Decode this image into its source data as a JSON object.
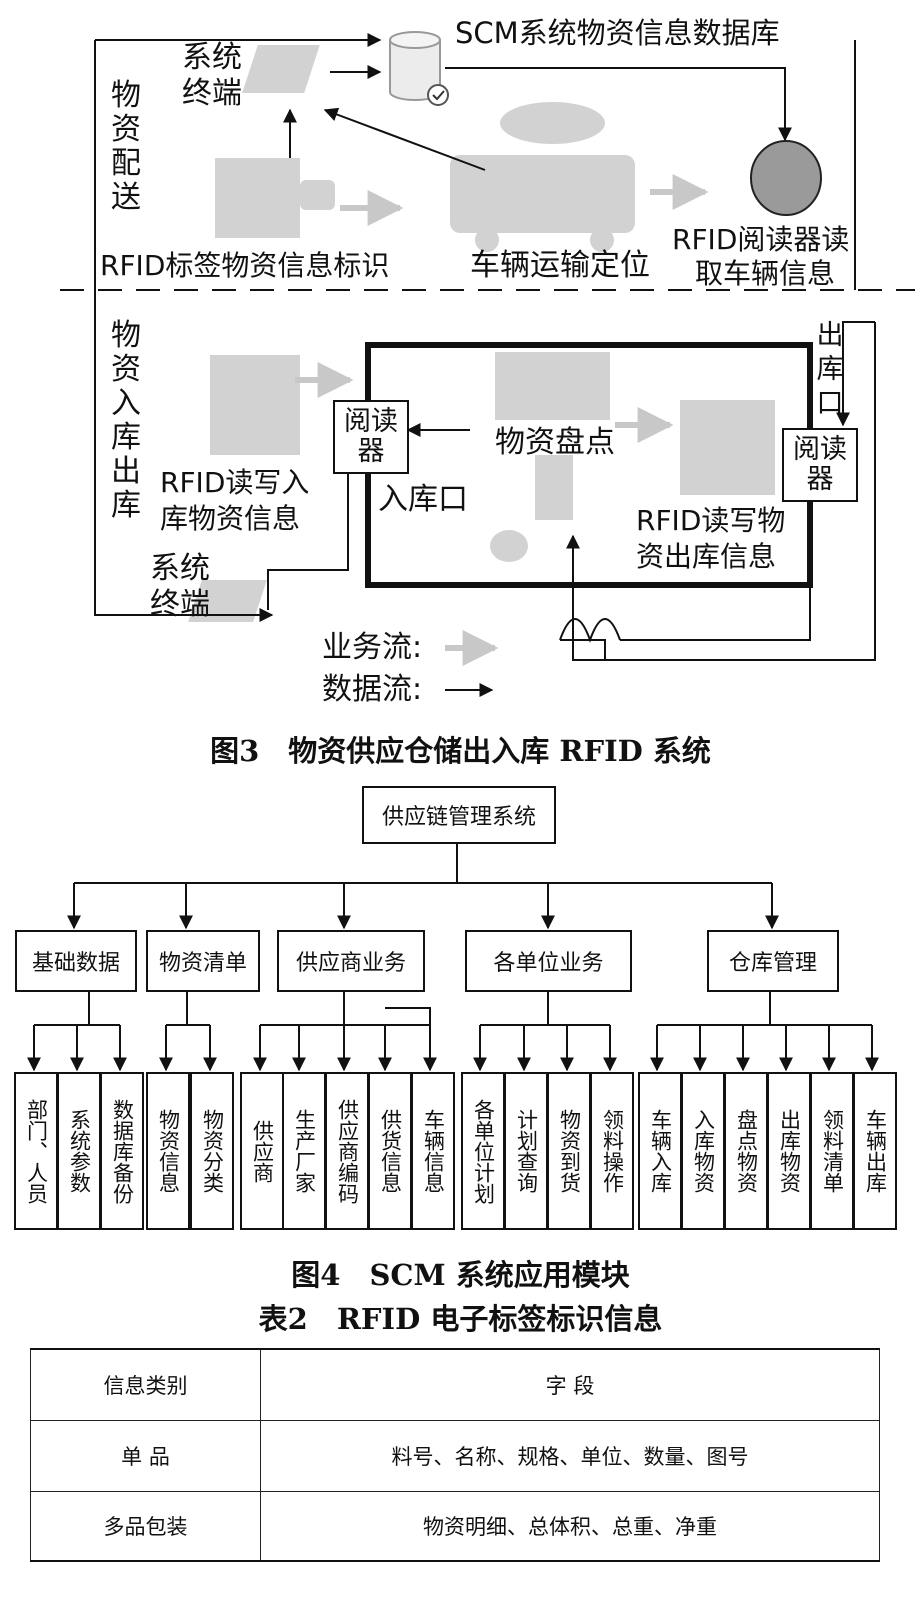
{
  "fig3": {
    "db_label": "SCM系统物资信息数据库",
    "terminal_top": [
      "系统",
      "终端"
    ],
    "dist_side": [
      "物",
      "资",
      "配",
      "送"
    ],
    "rfid_tag": "RFID标签物资信息标识",
    "vehicle_locate": "车辆运输定位",
    "reader_vehicle": [
      "RFID阅读器读",
      "取车辆信息"
    ],
    "warehouse_side": [
      "物",
      "资",
      "入",
      "库",
      "出",
      "库"
    ],
    "reader_left": [
      "阅读",
      "器"
    ],
    "reader_right": [
      "阅读",
      "器"
    ],
    "inventory": "物资盘点",
    "inbound_port": "入库口",
    "outbound_port": [
      "出",
      "库",
      "口"
    ],
    "rfid_in": [
      "RFID读写入",
      "库物资信息"
    ],
    "rfid_out": [
      "RFID读写物",
      "资出库信息"
    ],
    "terminal_bottom": [
      "系统",
      "终端"
    ],
    "legend_business": "业务流:",
    "legend_data": "数据流:",
    "caption": "图3　物资供应仓储出入库 RFID 系统"
  },
  "fig4": {
    "root": "供应链管理系统",
    "groups": [
      {
        "label": "基础数据",
        "children": [
          "部门、人员",
          "系统参数",
          "数据库备份"
        ]
      },
      {
        "label": "物资清单",
        "children": [
          "物资信息",
          "物资分类"
        ]
      },
      {
        "label": "供应商业务",
        "children": [
          "供应商",
          "生产厂家",
          "供应商编码",
          "供货信息",
          "车辆信息"
        ]
      },
      {
        "label": "各单位业务",
        "children": [
          "各单位计划",
          "计划查询",
          "物资到货",
          "领料操作"
        ]
      },
      {
        "label": "仓库管理",
        "children": [
          "车辆入库",
          "入库物资",
          "盘点物资",
          "出库物资",
          "领料清单",
          "车辆出库"
        ]
      }
    ],
    "caption": "图4　SCM 系统应用模块"
  },
  "table2": {
    "caption": "表2　RFID 电子标签标识信息",
    "rows": [
      [
        "信息类别",
        "字 段"
      ],
      [
        "单 品",
        "料号、名称、规格、单位、数量、图号"
      ],
      [
        "多品包装",
        "物资明细、总体积、总重、净重"
      ]
    ]
  }
}
